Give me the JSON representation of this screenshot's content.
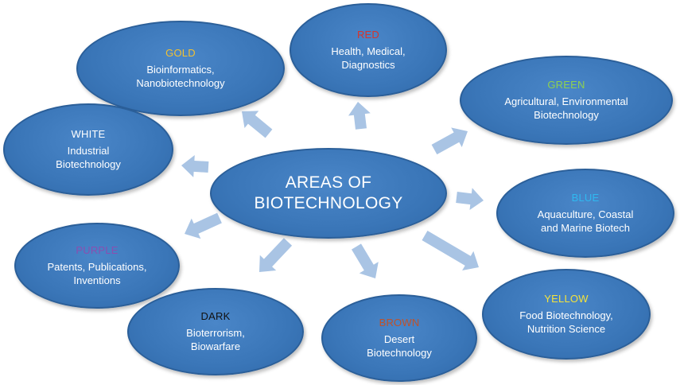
{
  "center": {
    "label": "AREAS OF\nBIOTECHNOLOGY"
  },
  "nodes": {
    "gold": {
      "title": "GOLD",
      "title_color": "#f2c132",
      "description": "Bioinformatics,\nNanobiotechnology"
    },
    "red": {
      "title": "RED",
      "title_color": "#d8342a",
      "description": "Health, Medical,\nDiagnostics"
    },
    "green": {
      "title": "GREEN",
      "title_color": "#8fd14f",
      "description": "Agricultural, Environmental\nBiotechnology"
    },
    "white": {
      "title": "WHITE",
      "title_color": "#ffffff",
      "description": "Industrial\nBiotechnology"
    },
    "blue": {
      "title": "BLUE",
      "title_color": "#2fb8f0",
      "description": "Aquaculture, Coastal\nand Marine Biotech"
    },
    "purple": {
      "title": "PURPLE",
      "title_color": "#8a4fb0",
      "description": "Patents, Publications,\nInventions"
    },
    "yellow": {
      "title": "YELLOW",
      "title_color": "#f5e33a",
      "description": "Food Biotechnology,\nNutrition Science"
    },
    "dark": {
      "title": "DARK",
      "title_color": "#111111",
      "description": "Bioterrorism,\nBiowarfare"
    },
    "brown": {
      "title": "BROWN",
      "title_color": "#c0522a",
      "description": "Desert\nBiotechnology"
    }
  },
  "colors": {
    "ellipse_fill": "#3a76b8",
    "ellipse_border": "#2b5f99",
    "arrow_fill": "#a9c4e4"
  }
}
